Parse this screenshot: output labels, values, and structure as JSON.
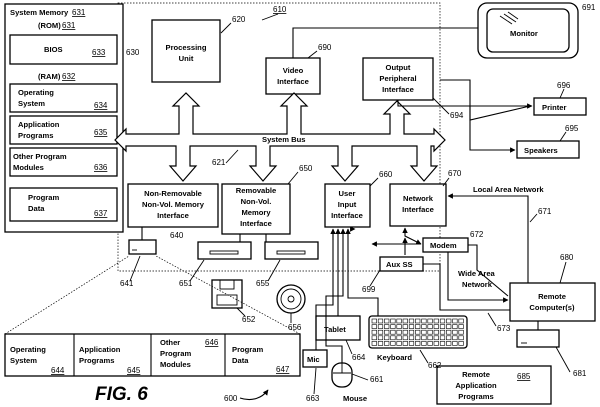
{
  "figure": {
    "title": "FIG. 6",
    "ref": "600"
  },
  "computer": {
    "ref": "610",
    "system_memory": {
      "title": "System Memory",
      "ref": "630",
      "rom": {
        "label": "(ROM)",
        "ref": "631"
      },
      "bios": {
        "label": "BIOS",
        "ref": "633"
      },
      "ram": {
        "label": "(RAM)",
        "ref": "632"
      },
      "operating_system": {
        "line1": "Operating",
        "line2": "System",
        "ref": "634"
      },
      "application_programs": {
        "line1": "Application",
        "line2": "Programs",
        "ref": "635"
      },
      "other_program_modules": {
        "line1": "Other Program",
        "line2": "Modules",
        "ref": "636"
      },
      "program_data": {
        "line1": "Program",
        "line2": "Data",
        "ref": "637"
      }
    },
    "processing_unit": {
      "line1": "Processing",
      "line2": "Unit",
      "ref": "620"
    },
    "video_interface": {
      "line1": "Video",
      "line2": "Interface",
      "ref": "690"
    },
    "output_peripheral_interface": {
      "line1": "Output",
      "line2": "Peripheral",
      "line3": "Interface",
      "ref": "694"
    },
    "system_bus": {
      "label": "System Bus",
      "ref": "621"
    },
    "non_removable_interface": {
      "line1": "Non-Removable",
      "line2": "Non-Vol. Memory",
      "line3": "Interface",
      "ref": "640"
    },
    "removable_interface": {
      "line1": "Removable",
      "line2": "Non-Vol.",
      "line3": "Memory",
      "line4": "Interface",
      "ref": "650"
    },
    "user_input_interface": {
      "line1": "User",
      "line2": "Input",
      "line3": "Interface",
      "ref": "660"
    },
    "network_interface": {
      "line1": "Network",
      "line2": "Interface",
      "ref": "670"
    }
  },
  "peripherals": {
    "monitor": {
      "label": "Monitor",
      "ref": "691"
    },
    "printer": {
      "label": "Printer",
      "ref": "696"
    },
    "speakers": {
      "label": "Speakers",
      "ref": "695"
    },
    "hard_disk": {
      "ref": "641"
    },
    "floppy_drive": {
      "ref": "651"
    },
    "floppy_disk": {
      "ref": "652"
    },
    "optical_drive": {
      "ref": "655"
    },
    "optical_disc": {
      "ref": "656"
    },
    "modem": {
      "label": "Modem",
      "ref": "672"
    },
    "aux_ss": {
      "label": "Aux SS",
      "ref": "699"
    },
    "tablet": {
      "label": "Tablet",
      "ref": "664"
    },
    "keyboard": {
      "label": "Keyboard",
      "ref": "662"
    },
    "mic": {
      "label": "Mic",
      "ref": "663"
    },
    "mouse": {
      "label": "Mouse",
      "ref": "661"
    }
  },
  "network": {
    "lan": {
      "label": "Local Area Network",
      "ref": "671"
    },
    "wan": {
      "line1": "Wide Area",
      "line2": "Network",
      "ref": "673"
    },
    "remote_computer": {
      "line1": "Remote",
      "line2": "Computer(s)",
      "ref": "680"
    },
    "remote_computer_unit": {
      "ref": "681"
    },
    "remote_application_programs": {
      "line1": "Remote",
      "line2": "Application",
      "line3": "Programs",
      "ref": "685"
    }
  },
  "disk_contents": {
    "operating_system": {
      "line1": "Operating",
      "line2": "System",
      "ref": "644"
    },
    "application_programs": {
      "line1": "Application",
      "line2": "Programs",
      "ref": "645"
    },
    "other_program_modules": {
      "line1": "Other",
      "line2": "Program",
      "line3": "Modules",
      "ref": "646"
    },
    "program_data": {
      "line1": "Program",
      "line2": "Data",
      "ref": "647"
    }
  }
}
